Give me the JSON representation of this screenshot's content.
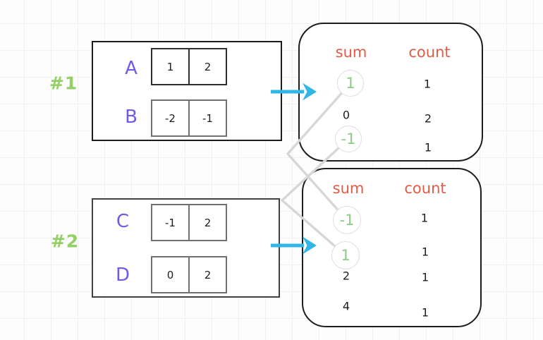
{
  "diagram": {
    "examples": [
      {
        "label": "#1",
        "input_arrays": [
          {
            "name": "A",
            "cells": [
              "1",
              "2"
            ]
          },
          {
            "name": "B",
            "cells": [
              "-2",
              "-1"
            ]
          }
        ],
        "result_table": {
          "sum_header": "sum",
          "count_header": "count",
          "rows": [
            {
              "sum": "1",
              "count": "1",
              "circled": true
            },
            {
              "sum": "0",
              "count": "2",
              "circled": false
            },
            {
              "sum": "-1",
              "count": "1",
              "circled": true
            }
          ]
        }
      },
      {
        "label": "#2",
        "input_arrays": [
          {
            "name": "C",
            "cells": [
              "-1",
              "2"
            ]
          },
          {
            "name": "D",
            "cells": [
              "0",
              "2"
            ]
          }
        ],
        "result_table": {
          "sum_header": "sum",
          "count_header": "count",
          "rows": [
            {
              "sum": "-1",
              "count": "1",
              "circled": true
            },
            {
              "sum": "1",
              "count": "1",
              "circled": true
            },
            {
              "sum": "2",
              "count": "1",
              "circled": false
            },
            {
              "sum": "4",
              "count": "1",
              "circled": false
            }
          ]
        }
      }
    ],
    "connections": [
      {
        "from": "example1-sum-1",
        "to": "example2-sum--1"
      },
      {
        "from": "example1-sum--1",
        "to": "example2-sum-1"
      }
    ],
    "colors": {
      "example_label_green": "#94cf66",
      "array_letter_purple": "#7459e6",
      "header_orange": "#e25b44",
      "circled_value_green": "#8ccb85",
      "arrow_blue": "#30b5e8",
      "connector_gray": "#d7d7d7"
    }
  }
}
